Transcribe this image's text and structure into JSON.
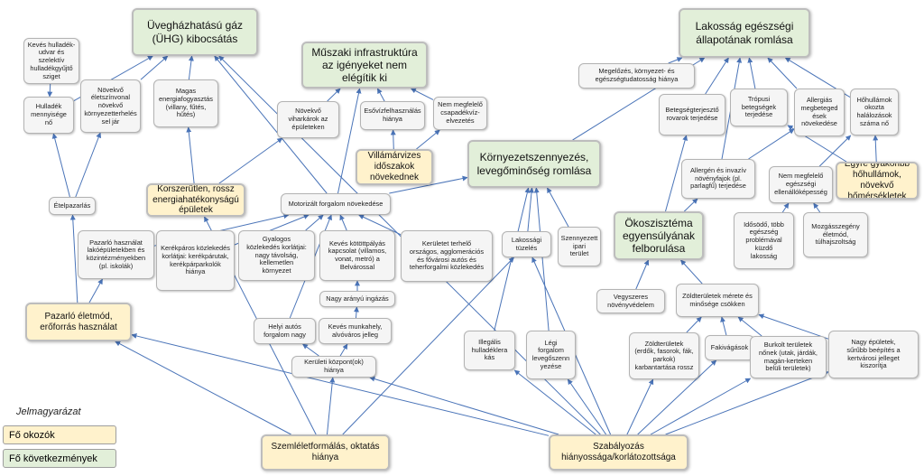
{
  "colors": {
    "edge": "#4a74b8",
    "cause_fill": "#fff2cc",
    "consequence_fill": "#e2efd9",
    "small_fill": "#f5f5f5"
  },
  "legend": {
    "title": "Jelmagyarázat",
    "items": [
      {
        "label": "Fő okozók",
        "kind": "cause"
      },
      {
        "label": "Fő következmények",
        "kind": "consequence"
      }
    ]
  },
  "nodes": [
    {
      "id": "uhg",
      "kind": "consequence",
      "label": "Üvegházhatású gáz\n(ÜHG) kibocsátás"
    },
    {
      "id": "muszaki",
      "kind": "consequence",
      "label": "Műszaki infrastruktúra\naz igényeket nem\nelégítik ki"
    },
    {
      "id": "lakossag_eg",
      "kind": "consequence",
      "label": "Lakosság egészségi\nállapotának romlása"
    },
    {
      "id": "kornyezet",
      "kind": "consequence",
      "label": "Környezetszennyezés,\nlevegőminőség romlása"
    },
    {
      "id": "okoszisztema",
      "kind": "consequence",
      "label": "Ökoszisztéma\negyensúlyának\nfelborulása"
    },
    {
      "id": "kores",
      "kind": "small",
      "label": "Kevés hulladék-\nudvar és\nszelektív\nhulladékgyűjtő\nsziget"
    },
    {
      "id": "novekvo_elet",
      "kind": "small",
      "label": "Növekvő\nélet­színvonal\nnövekvő\nkörnyezetterhelés­\nsel jár"
    },
    {
      "id": "magas_energia",
      "kind": "small",
      "label": "Magas\nenergiafogyasztás\n(villany, fűtés,\nhűtés)"
    },
    {
      "id": "hulladek",
      "kind": "small",
      "label": "Hulladék\nmennyisége\nnő"
    },
    {
      "id": "viharkar",
      "kind": "small",
      "label": "Növekvő\nviharkárok az\népületeken"
    },
    {
      "id": "esovizfelh",
      "kind": "small",
      "label": "Esővízfelhasználás\nhiánya"
    },
    {
      "id": "csapadek",
      "kind": "small",
      "label": "Nem megfelelő\ncsapadékvíz-\nelvezetés"
    },
    {
      "id": "villam",
      "kind": "cause",
      "label": "Villámárvizes\nidőszakok\nnövekednek"
    },
    {
      "id": "megelozes",
      "kind": "small",
      "label": "Megelőzés, környezet- és\negészségtudatosság hiánya"
    },
    {
      "id": "betegseg_rovar",
      "kind": "small",
      "label": "Betegségterjesztő\nrovarok terjedése"
    },
    {
      "id": "tropusi",
      "kind": "small",
      "label": "Trópusi\nbetegségek\nterjedése"
    },
    {
      "id": "allergias",
      "kind": "small",
      "label": "Allergiás\nmegbeteged\nések\nnövekedése"
    },
    {
      "id": "hohullam_halal",
      "kind": "small",
      "label": "Hőhullámok\nokozta\nhalálozások\nszáma nő"
    },
    {
      "id": "allergen",
      "kind": "small",
      "label": "Allergén és invazív\nnövényfajok (pl.\nparlagfű) terjedése"
    },
    {
      "id": "nem_megfelelo_eg",
      "kind": "small",
      "label": "Nem megfelelő\negészségi\nellenállóképesség"
    },
    {
      "id": "egyre_gyakoribb",
      "kind": "cause",
      "label": "Egyre gyakoribb\nhőhullámok, növekvő\nhőmérsékletek"
    },
    {
      "id": "idosodo",
      "kind": "small",
      "label": "Idősödő, több\negészség\nproblémával\nküzdő\nlakosság"
    },
    {
      "id": "mozgasszegeny",
      "kind": "small",
      "label": "Mozgásszegény\néletmód,\ntúlhajszoltság"
    },
    {
      "id": "etelpazarlas",
      "kind": "small",
      "label": "Ételpazarlás"
    },
    {
      "id": "korszerutlen",
      "kind": "cause",
      "label": "Korszerűtlen, rossz\nenergiahatékonyságú\népületek"
    },
    {
      "id": "motorizalt",
      "kind": "small",
      "label": "Motorizált forgalom növekedése"
    },
    {
      "id": "pazarlo_haszn",
      "kind": "small",
      "label": "Pazarló használat\nlakóépületekben és\nközintézményekben\n(pl. iskolák)"
    },
    {
      "id": "kerekparos",
      "kind": "small",
      "label": "Kerékpáros közlekedés\nkorlátjai: kerékpárutak,\nkerékpárparkolók\nhiánya"
    },
    {
      "id": "gyalogos",
      "kind": "small",
      "label": "Gyalogos\nközlekedés korlátjai:\nnagy távolság,\nkellemetlen\nkörnyezet"
    },
    {
      "id": "keves_kotott",
      "kind": "small",
      "label": "Kevés kötöttpályás\nkapcsolat (villamos,\nvonat, metró) a\nBelvárossal"
    },
    {
      "id": "kerulet_terhelo",
      "kind": "small",
      "label": "Kerületet terhelő\nországos, agglomerációs\nés fővárosi autós és\nteherforgalmi közlekedés"
    },
    {
      "id": "lakossagi_tuz",
      "kind": "small",
      "label": "Lakossági\ntüzelés"
    },
    {
      "id": "szennyezett",
      "kind": "small",
      "label": "Szennyezett\nipari\nterület"
    },
    {
      "id": "nagy_ingazas",
      "kind": "small",
      "label": "Nagy arányú ingázás"
    },
    {
      "id": "helyi_autos",
      "kind": "small",
      "label": "Helyi autós\nforgalom nagy"
    },
    {
      "id": "keves_munka",
      "kind": "small",
      "label": "Kevés munkahely,\nalvóváros jelleg"
    },
    {
      "id": "kerulet_kozpont",
      "kind": "small",
      "label": "Kerületi központ(ok)\nhiánya"
    },
    {
      "id": "pazarlo_elet",
      "kind": "cause",
      "label": "Pazarló életmód,\nerőforrás használat"
    },
    {
      "id": "vegyszeres",
      "kind": "small",
      "label": "Vegyszeres\nnövényvédelem"
    },
    {
      "id": "zoldter_merete",
      "kind": "small",
      "label": "Zöldterületek mérete és\nminősége csökken"
    },
    {
      "id": "illegalis",
      "kind": "small",
      "label": "Illegális\nhulladéklera\nkás"
    },
    {
      "id": "legi",
      "kind": "small",
      "label": "Légi\nforgalom\nlevegőszenn\nyezése"
    },
    {
      "id": "zoldter_karb",
      "kind": "small",
      "label": "Zöldterületek\n(erdők, fasorok, fák,\nparkok)\nkarbantartása rossz"
    },
    {
      "id": "fakivagasok",
      "kind": "small",
      "label": "Fakivágások"
    },
    {
      "id": "burkolt",
      "kind": "small",
      "label": "Burkolt területek\nnőnek (utak, járdák,\nmagán-kerteken\nbelüli területek)"
    },
    {
      "id": "nagy_epuletek",
      "kind": "small",
      "label": "Nagy épületek,\nsűrűbb beépítés a\nkertvárosi jelleget\nkiszorítja"
    },
    {
      "id": "szemlelet",
      "kind": "cause",
      "label": "Szemléletformálás, oktatás\nhiánya"
    },
    {
      "id": "szabalyozas",
      "kind": "cause",
      "label": "Szabályozás\nhiányossága/korlátozottsága"
    }
  ]
}
